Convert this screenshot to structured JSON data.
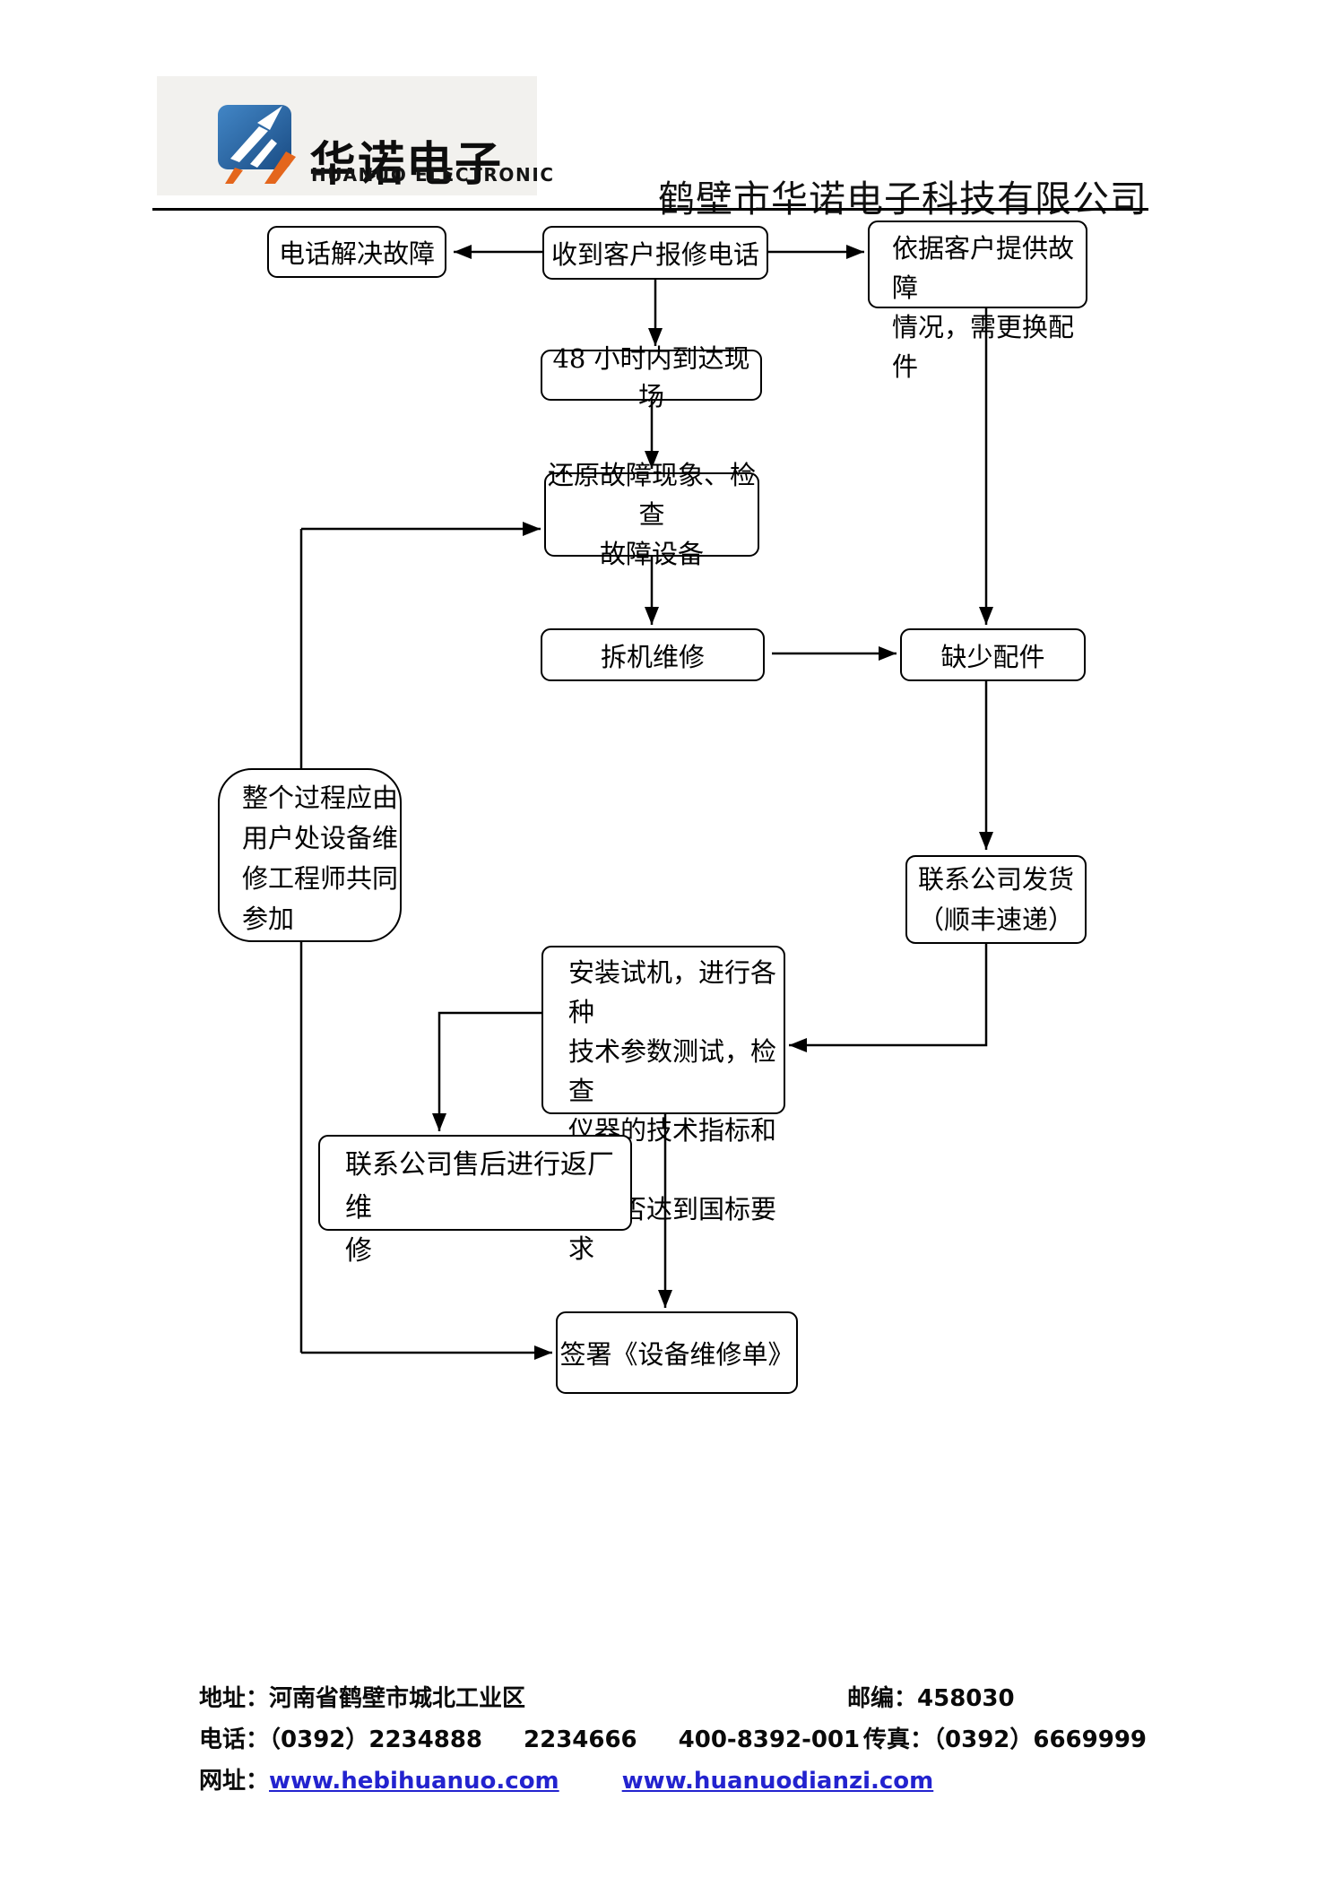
{
  "header": {
    "brand_cn": "华诺电子",
    "brand_en": "HUANUO ELECTRONIC",
    "company_title": "鹤壁市华诺电子科技有限公司"
  },
  "flowchart": {
    "nodes": [
      {
        "id": "phone-solve",
        "lines": [
          "电话解决故障"
        ]
      },
      {
        "id": "receive-call",
        "lines": [
          "收到客户报修电话"
        ]
      },
      {
        "id": "provide-fault",
        "lines": [
          "依据客户提供故障",
          "情况，需更换配件"
        ]
      },
      {
        "id": "arrive-48h",
        "lines": [
          "48 小时内到达现场"
        ]
      },
      {
        "id": "restore-check",
        "lines": [
          "还原故障现象、检查",
          "故障设备"
        ]
      },
      {
        "id": "disassemble-repair",
        "lines": [
          "拆机维修"
        ]
      },
      {
        "id": "missing-parts",
        "lines": [
          "缺少配件"
        ]
      },
      {
        "id": "joint-participation",
        "lines": [
          "整个过程应由",
          "用户处设备维",
          "修工程师共同",
          "参加"
        ]
      },
      {
        "id": "company-ship",
        "lines": [
          "联系公司发货",
          "（顺丰速递）"
        ]
      },
      {
        "id": "install-test",
        "lines": [
          "安装试机，进行各种",
          "技术参数测试，检查",
          "仪器的技术指标和性",
          "能是否达到国标要求"
        ]
      },
      {
        "id": "return-factory",
        "lines": [
          "联系公司售后进行返厂维",
          "修"
        ]
      },
      {
        "id": "sign-form",
        "lines": [
          "签署《设备维修单》"
        ]
      }
    ]
  },
  "footer": {
    "address_label": "地址：",
    "address": "河南省鹤壁市城北工业区",
    "postal_label": "邮编：",
    "postal": "458030",
    "phone_label": "电话：",
    "phone1": "（0392）2234888",
    "phone2": "2234666",
    "phone3": "400-8392-001",
    "fax_label": "传真：",
    "fax": "（0392）6669999",
    "web_label": "网址：",
    "site1": "www.hebihuanuo.com",
    "site2": "www.huanuodianzi.com"
  },
  "colors": {
    "link_blue": "#2323cf",
    "logo_blue_light": "#4286c6",
    "logo_blue_dark": "#1a4c84",
    "logo_orange": "#e4661c",
    "logo_background": "#f2f1ee",
    "line_black": "#000000"
  }
}
